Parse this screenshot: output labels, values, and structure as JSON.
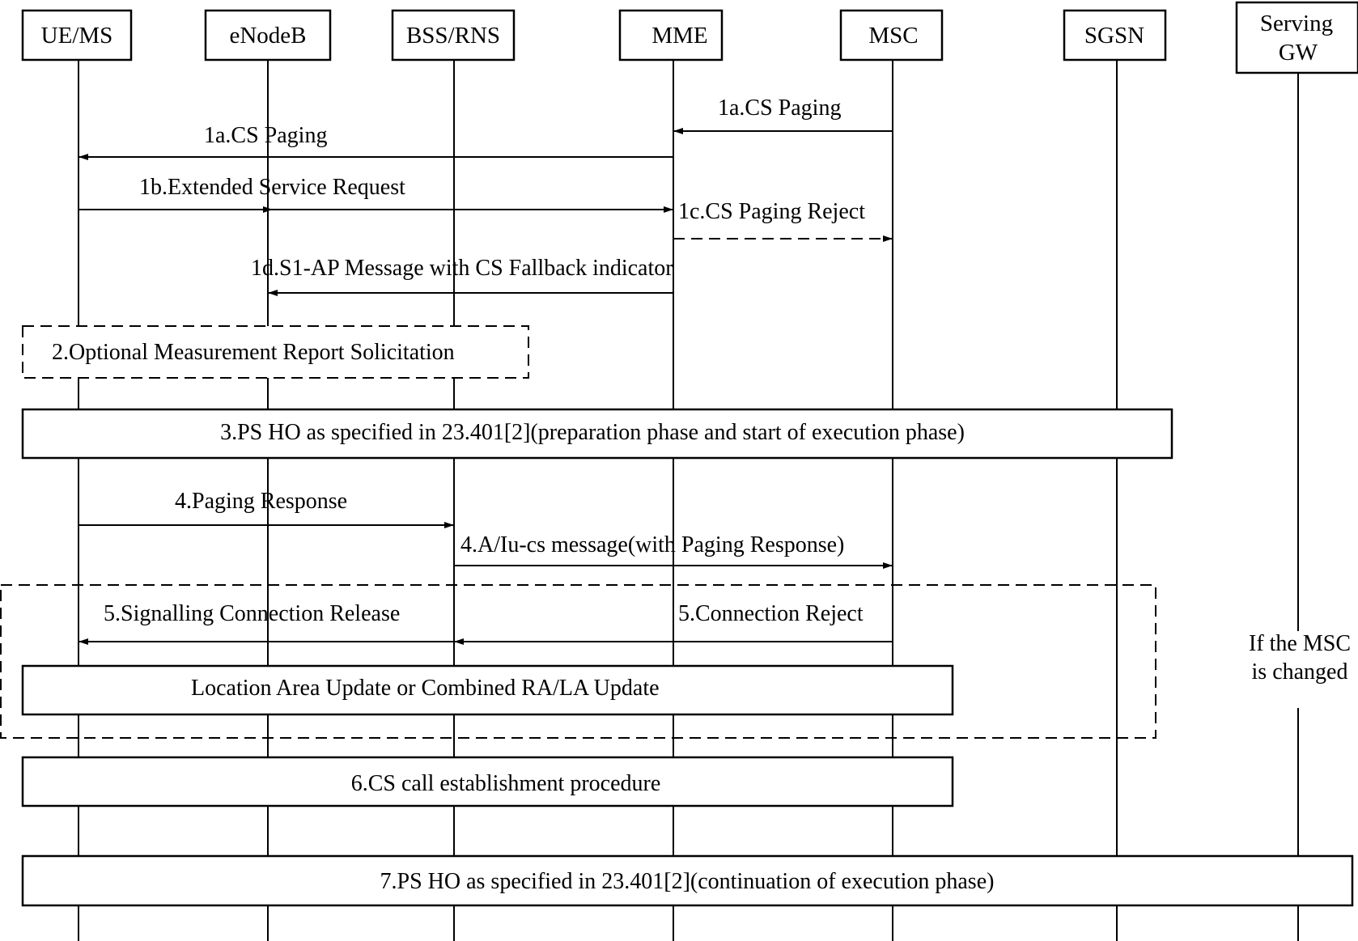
{
  "diagram": {
    "type": "sequence",
    "participants": [
      {
        "id": "ue",
        "label": "UE/MS"
      },
      {
        "id": "enb",
        "label": "eNodeB"
      },
      {
        "id": "bss",
        "label": "BSS/RNS"
      },
      {
        "id": "mme",
        "label": "MME"
      },
      {
        "id": "msc",
        "label": "MSC"
      },
      {
        "id": "sgsn",
        "label": "SGSN"
      },
      {
        "id": "sgw",
        "label": "Serving GW",
        "lines": [
          "Serving",
          "GW"
        ]
      }
    ],
    "messages": [
      {
        "id": "m1a_msc",
        "label": "1a.CS Paging",
        "from": "msc",
        "to": "mme",
        "style": "solid"
      },
      {
        "id": "m1a_mme",
        "label": "1a.CS Paging",
        "from": "mme",
        "to": "ue",
        "style": "solid"
      },
      {
        "id": "m1b",
        "label": "1b.Extended Service Request",
        "from": "ue",
        "to": "mme",
        "via": "enb",
        "style": "solid"
      },
      {
        "id": "m1c",
        "label": "1c.CS Paging Reject",
        "from": "mme",
        "to": "msc",
        "style": "dashed"
      },
      {
        "id": "m1d",
        "label": "1d.S1-AP Message with CS Fallback indicator",
        "from": "mme",
        "to": "enb",
        "style": "solid"
      },
      {
        "id": "m4a",
        "label": "4.Paging Response",
        "from": "ue",
        "to": "bss",
        "style": "solid"
      },
      {
        "id": "m4b",
        "label": "4.A/Iu-cs message(with Paging Response)",
        "from": "bss",
        "to": "msc",
        "style": "solid"
      },
      {
        "id": "m5a",
        "label": "5.Signalling Connection Release",
        "from": "bss",
        "to": "ue",
        "style": "solid"
      },
      {
        "id": "m5b",
        "label": "5.Connection Reject",
        "from": "msc",
        "to": "bss",
        "style": "solid"
      }
    ],
    "boxes": [
      {
        "id": "b2",
        "label": "2.Optional Measurement Report Solicitation",
        "style": "dashed"
      },
      {
        "id": "b3",
        "label": "3.PS HO as specified in 23.401[2](preparation phase and start of execution phase)",
        "style": "solid"
      },
      {
        "id": "b_lau",
        "label": "Location Area Update or Combined RA/LA Update",
        "style": "solid"
      },
      {
        "id": "b6",
        "label": "6.CS call establishment procedure",
        "style": "solid"
      },
      {
        "id": "b7",
        "label": "7.PS HO as specified in 23.401[2](continuation of execution phase)",
        "style": "solid"
      }
    ],
    "conditional_group": {
      "style": "dashed",
      "note": "If the MSC is changed",
      "note_lines": [
        "If the MSC",
        "is changed"
      ]
    }
  }
}
